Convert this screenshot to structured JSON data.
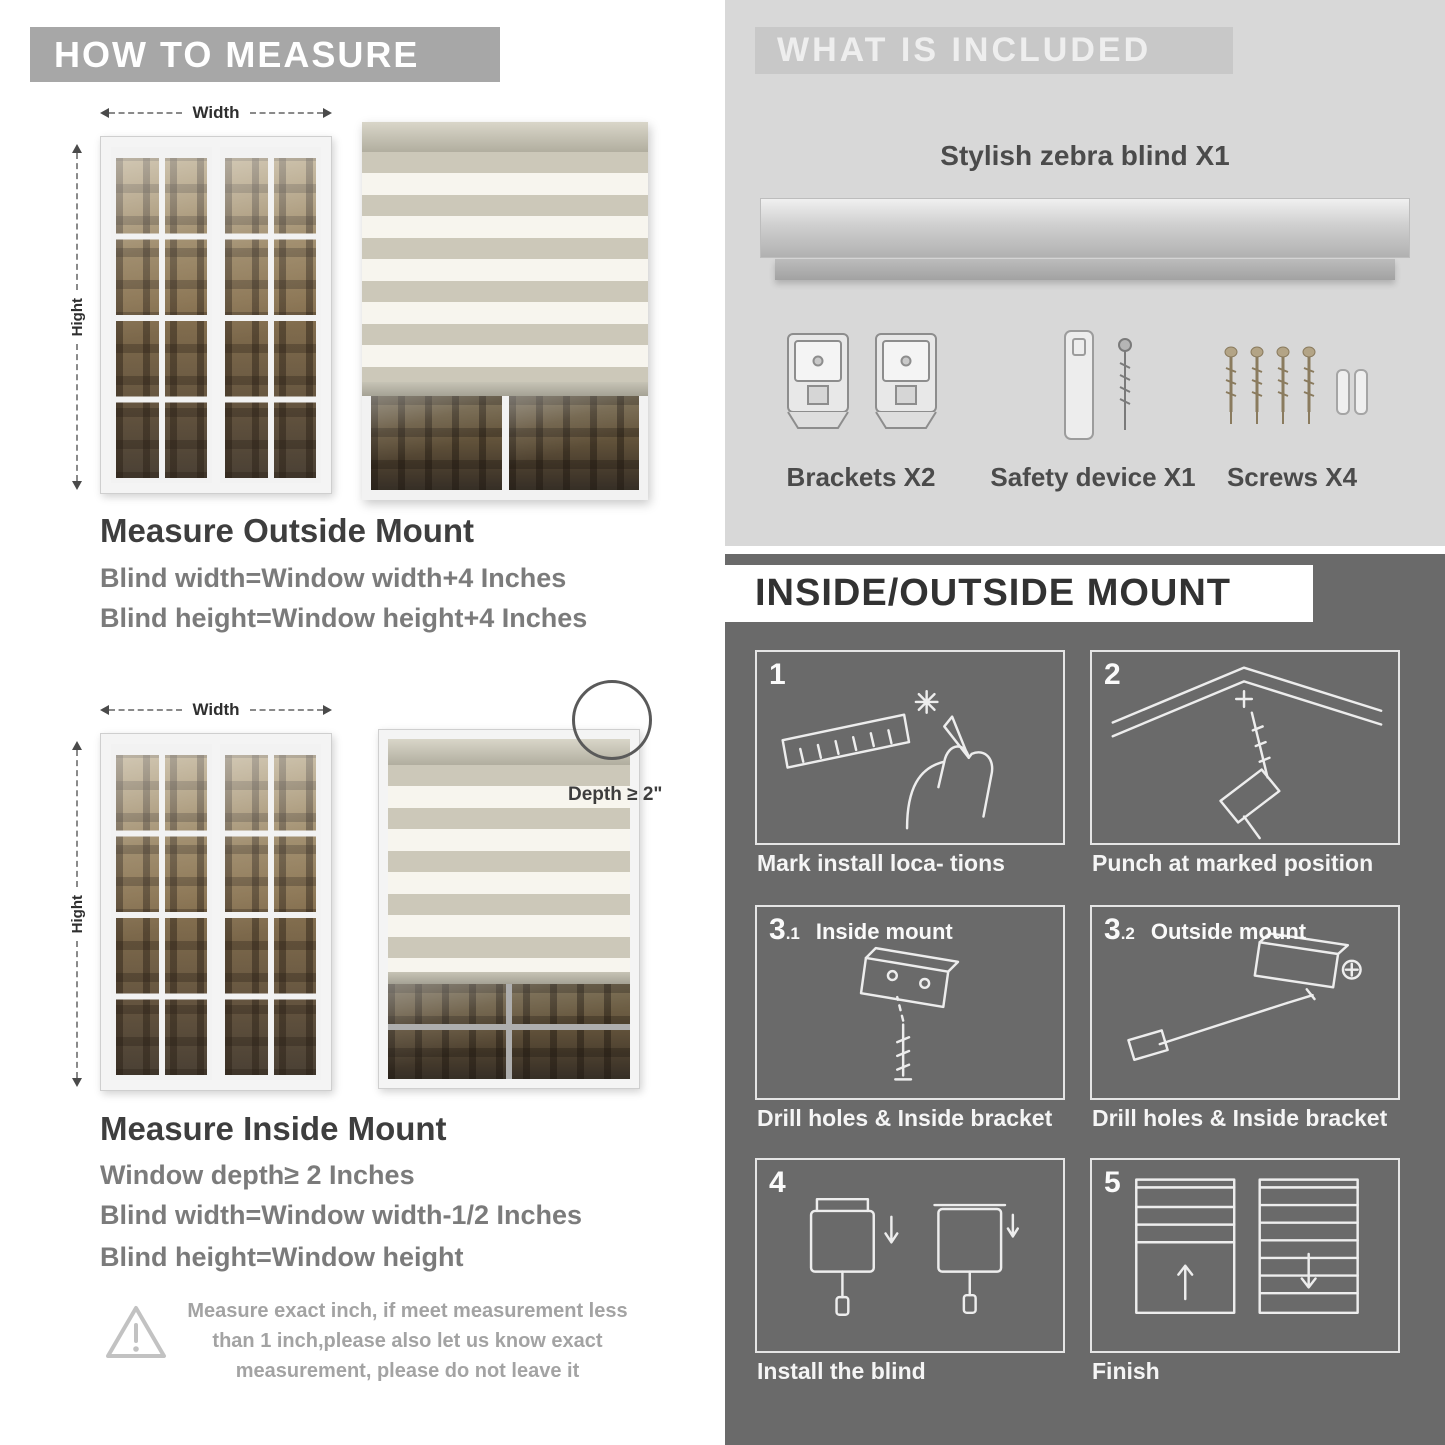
{
  "palette": {
    "left_band": "#a7a7a7",
    "right_top_bg": "#d8d8d8",
    "included_band": "#c8c8c8",
    "dark_bg": "#6a6a6a",
    "title_text": "#3e3e3e",
    "sub_text": "#7b7b7b"
  },
  "left": {
    "header": "HOW TO MEASURE",
    "outside": {
      "width_label": "Width",
      "height_label": "Hight",
      "title": "Measure Outside Mount",
      "line1": "Blind width=Window width+4 Inches",
      "line2": "Blind height=Window height+4 Inches"
    },
    "inside": {
      "width_label": "Width",
      "height_label": "Hight",
      "depth_label": "Depth ≥ 2\"",
      "title": "Measure Inside Mount",
      "line1": "Window depth≥ 2 Inches",
      "line2": "Blind width=Window width-1/2 Inches",
      "line3": "Blind height=Window height"
    },
    "note": "Measure exact inch, if meet measurement less than 1 inch,please also let us know exact measurement, please do not leave it"
  },
  "included": {
    "header": "WHAT IS INCLUDED",
    "product": "Stylish zebra blind X1",
    "items": [
      {
        "name": "brackets",
        "label": "Brackets X2"
      },
      {
        "name": "safety-device",
        "label": "Safety device X1"
      },
      {
        "name": "screws",
        "label": "Screws X4"
      }
    ]
  },
  "mount": {
    "header": "INSIDE/OUTSIDE MOUNT",
    "steps": [
      {
        "num": "1",
        "caption": "Mark install loca- tions"
      },
      {
        "num": "2",
        "caption": "Punch at  marked position"
      },
      {
        "num": "3",
        "sub": ".1",
        "label": "Inside mount",
        "caption": "Drill holes &  Inside bracket"
      },
      {
        "num": "3",
        "sub": ".2",
        "label": "Outside mount",
        "caption": "Drill holes &  Inside bracket"
      },
      {
        "num": "4",
        "caption": "Install the blind"
      },
      {
        "num": "5",
        "caption": "Finish"
      }
    ]
  }
}
